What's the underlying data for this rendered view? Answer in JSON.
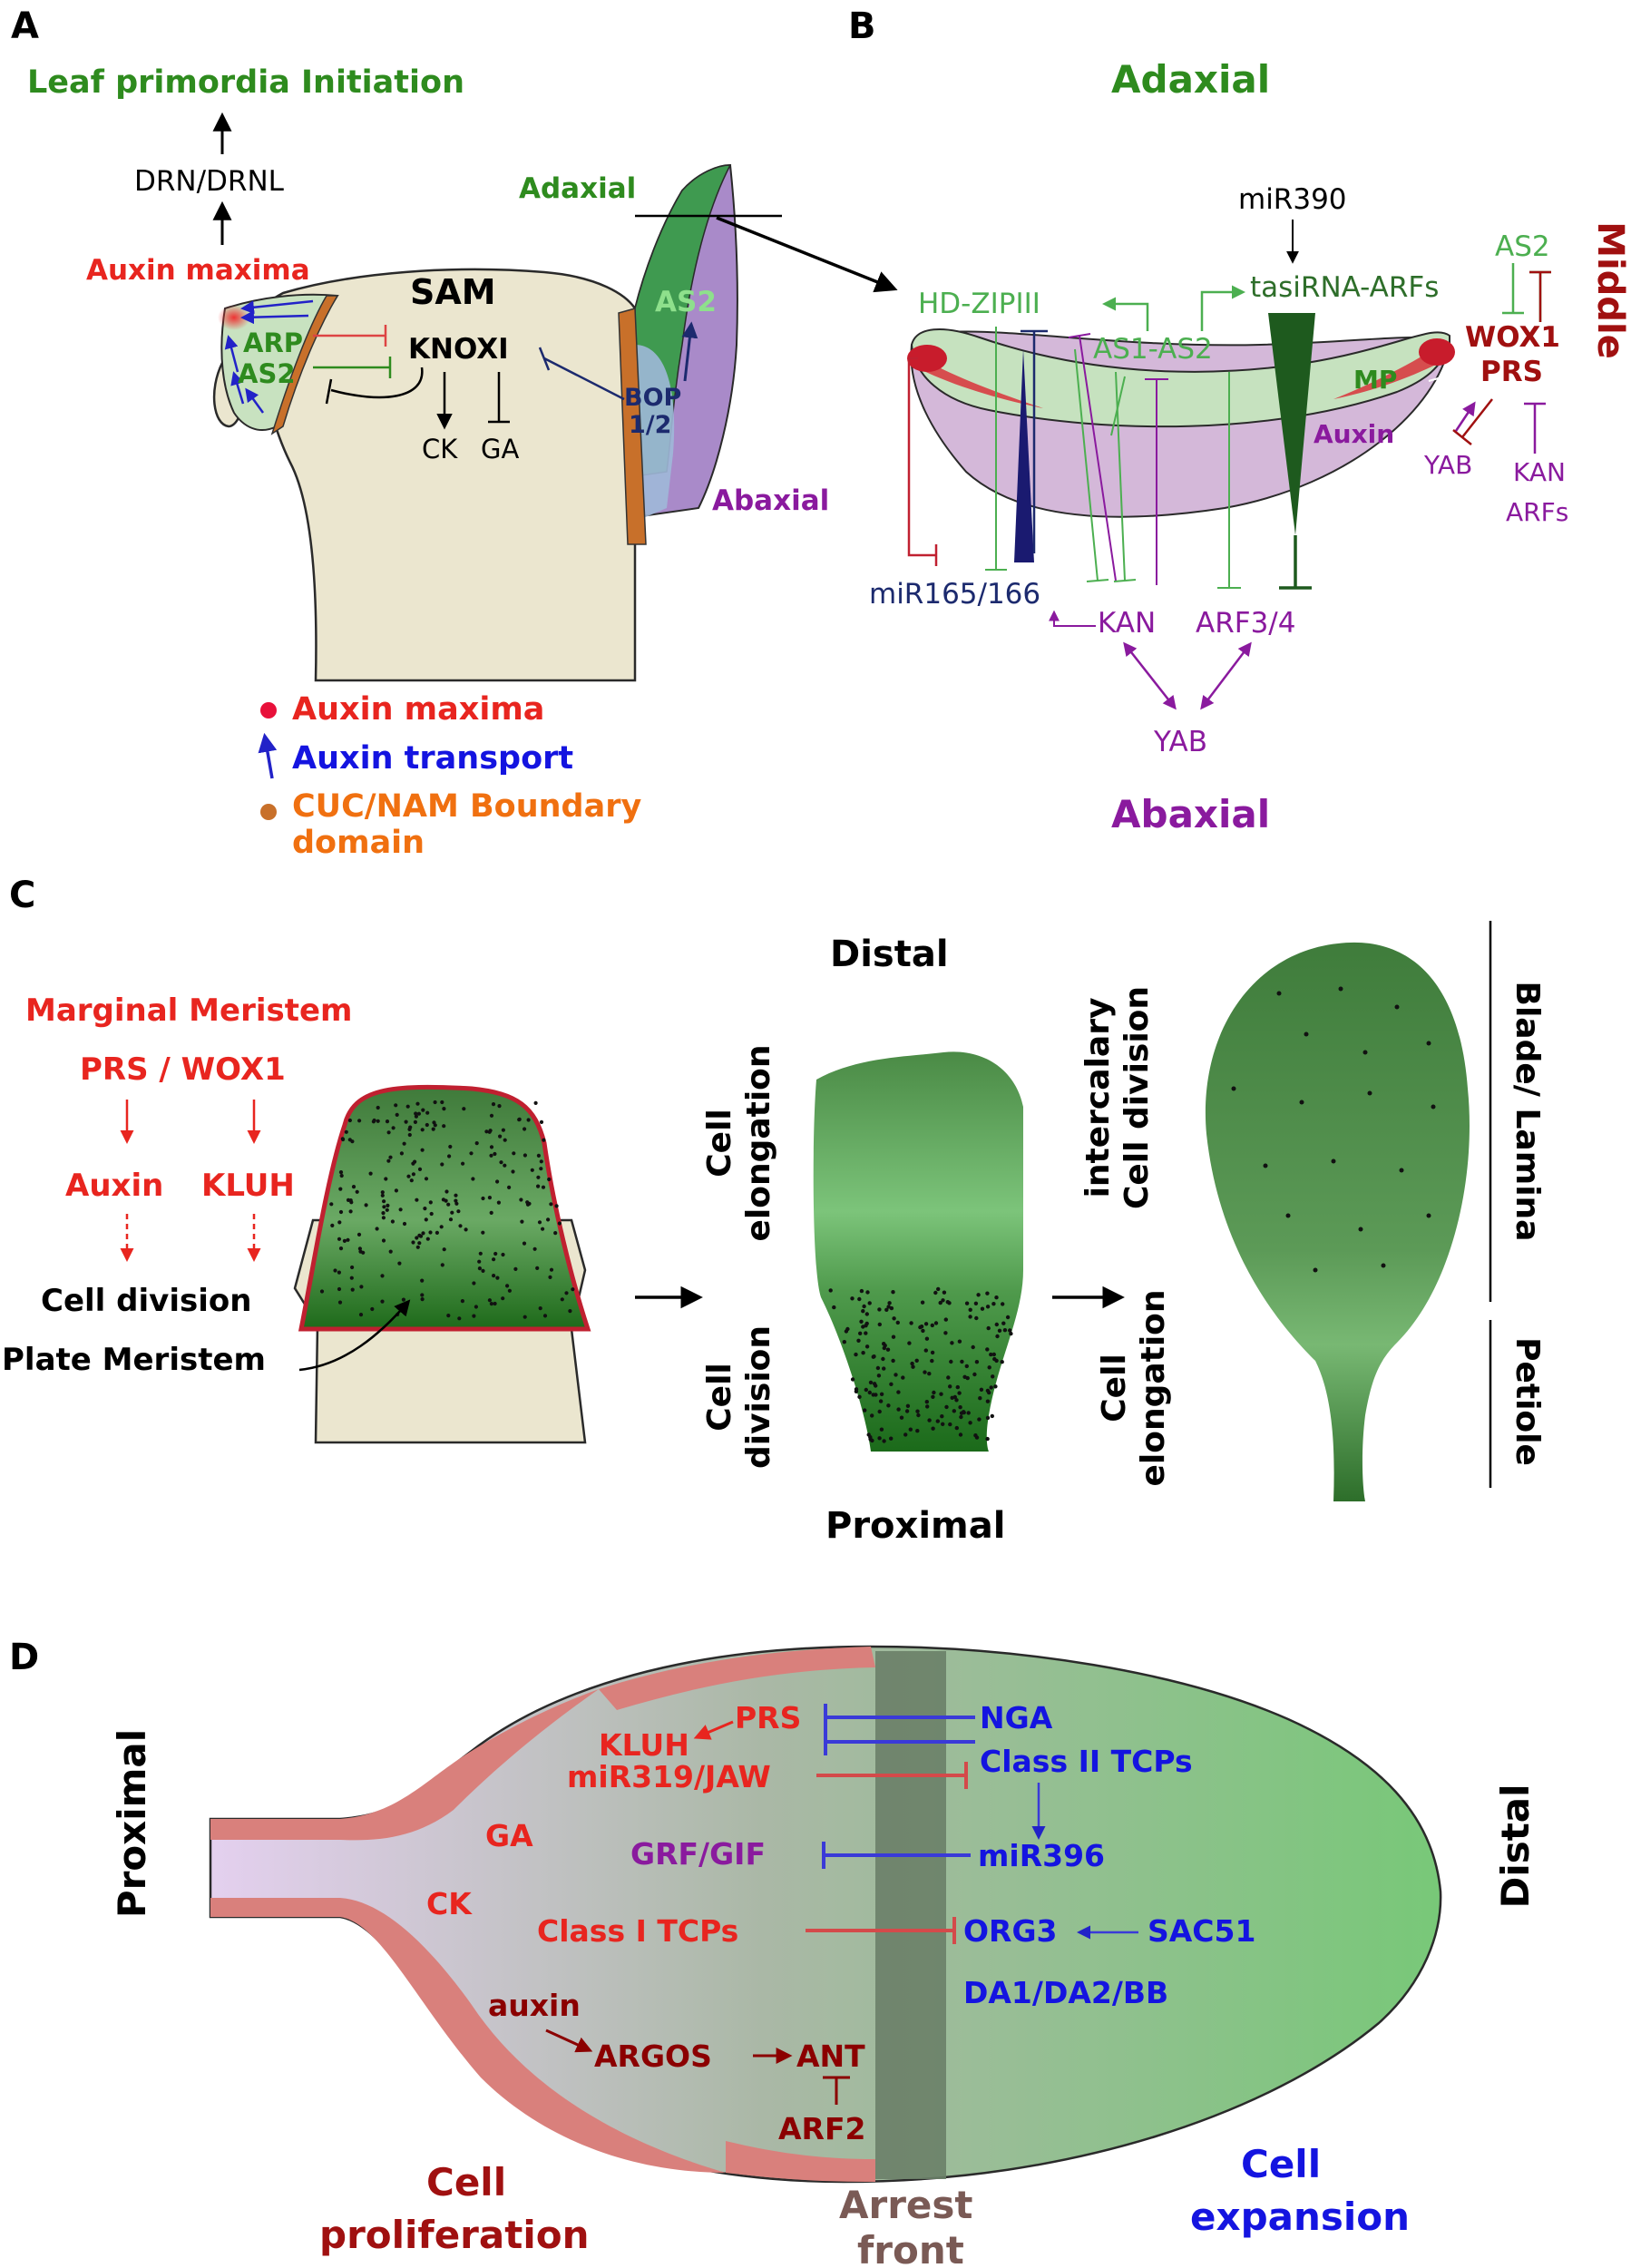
{
  "panels": {
    "a": {
      "letter": "A",
      "leaf_initiation": "Leaf primordia Initiation",
      "drn": "DRN/DRNL",
      "auxin_maxima_top": "Auxin maxima",
      "sam": "SAM",
      "arp": "ARP",
      "as2_left": "AS2",
      "knoxi": "KNOXI",
      "ck": "CK",
      "ga": "GA",
      "adaxial": "Adaxial",
      "as2_right": "AS2",
      "bop_1": "BOP",
      "bop_2": "1/2",
      "abaxial": "Abaxial",
      "legend_auxin_maxima": "Auxin maxima",
      "legend_auxin_transport": "Auxin transport",
      "legend_cuc_1": "CUC/NAM Boundary",
      "legend_cuc_2": "domain"
    },
    "b": {
      "letter": "B",
      "adaxial": "Adaxial",
      "abaxial": "Abaxial",
      "middle": "Middle",
      "mir390": "miR390",
      "tasirna": "tasiRNA-ARFs",
      "hdzip": "HD-ZIPIII",
      "as1as2": "AS1-AS2",
      "as2": "AS2",
      "wox1": "WOX1",
      "prs": "PRS",
      "mp": "MP",
      "auxin": "Auxin",
      "yab_right": "YAB",
      "kan_right_1": "KAN",
      "kan_right_2": "ARFs",
      "mir165": "miR165/166",
      "kan": "KAN",
      "arf34": "ARF3/4",
      "yab_bottom": "YAB"
    },
    "c": {
      "letter": "C",
      "marginal": "Marginal Meristem",
      "prs_wox1": "PRS / WOX1",
      "auxin": "Auxin",
      "kluh": "KLUH",
      "cell_division": "Cell division",
      "plate_meristem": "Plate Meristem",
      "distal": "Distal",
      "proximal": "Proximal",
      "cell_word": "Cell",
      "elongation": "elongation",
      "division": "division",
      "intercalary": "intercalary",
      "cell_division_v": "Cell division",
      "blade": "Blade/ Lamina",
      "petiole": "Petiole"
    },
    "d": {
      "letter": "D",
      "proximal": "Proximal",
      "distal": "Distal",
      "nga": "NGA",
      "prs": "PRS",
      "kluh": "KLUH",
      "mir319": "miR319/JAW",
      "class2": "Class II TCPs",
      "ga": "GA",
      "grf": "GRF/GIF",
      "mir396": "miR396",
      "ck": "CK",
      "class1": "Class I TCPs",
      "org3": "ORG3",
      "sac51": "SAC51",
      "da1": "DA1/DA2/BB",
      "auxin": "auxin",
      "argos": "ARGOS",
      "ant": "ANT",
      "arf2": "ARF2",
      "cell_prolif_1": "Cell",
      "cell_prolif_2": "proliferation",
      "arrest_1": "Arrest",
      "arrest_2": "front",
      "cell_exp_1": "Cell",
      "cell_exp_2": "expansion"
    }
  },
  "colors": {
    "green_text": "#2e8b1e",
    "light_green_text": "#4caf50",
    "red_text": "#e8251f",
    "dark_red": "#a01010",
    "purple": "#8a1a9e",
    "blue": "#1414e0",
    "navy": "#1c2a6e",
    "orange": "#f07010",
    "tissue_beige": "#ebe6cf",
    "leaf_green": "#4c8a46"
  }
}
